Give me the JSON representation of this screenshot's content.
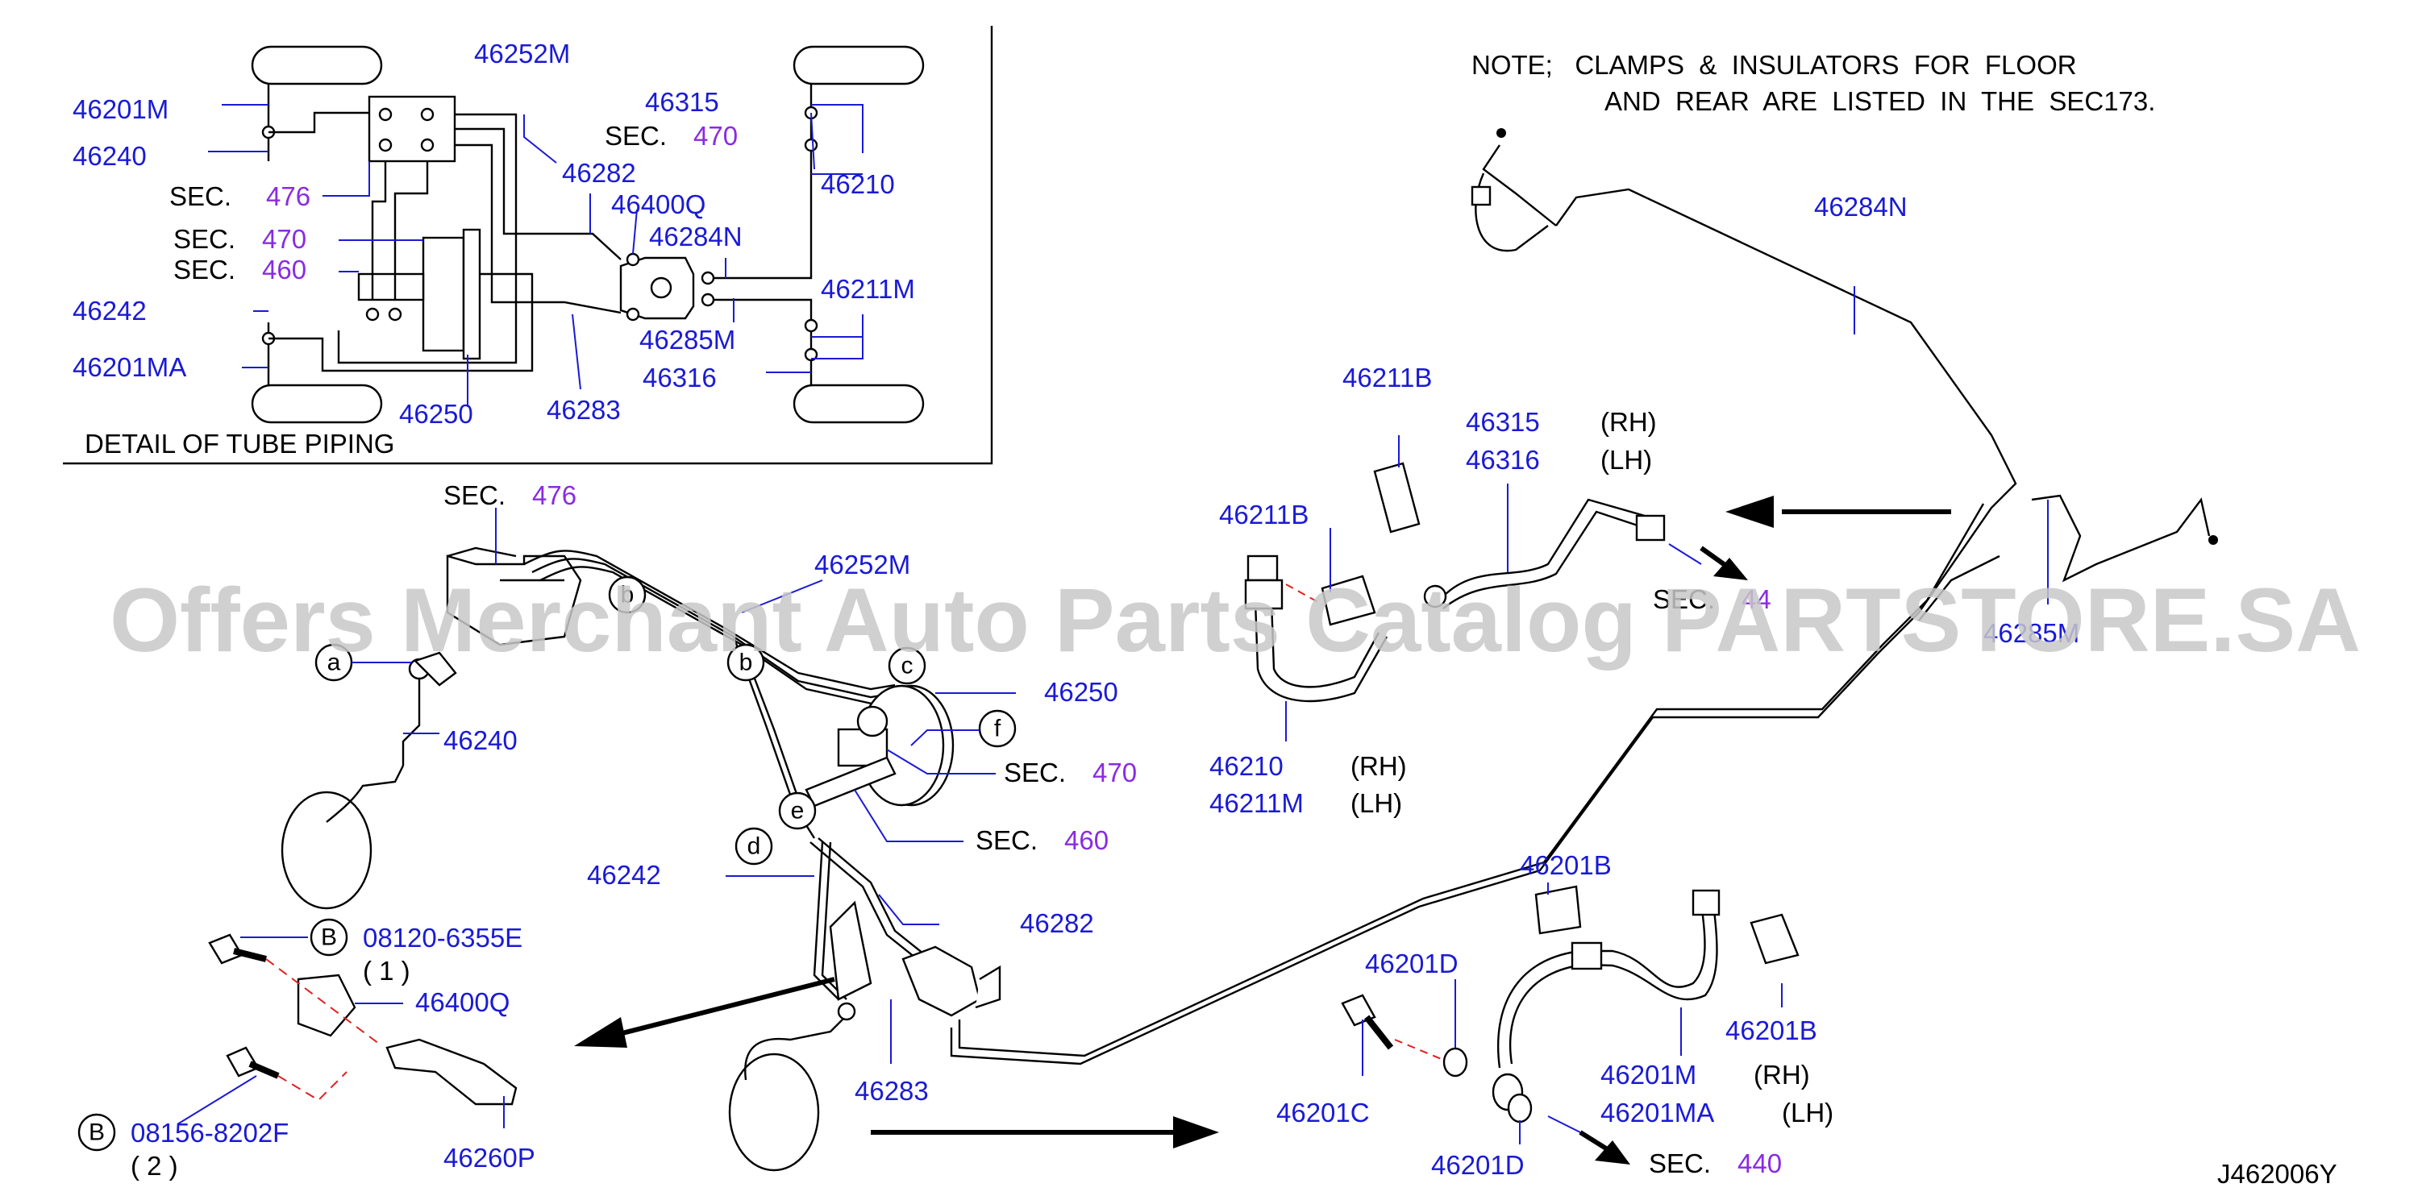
{
  "detail": {
    "caption": "DETAIL  OF  TUBE  PIPING",
    "labels": {
      "p46252M": "46252M",
      "p46201M": "46201M",
      "p46240": "46240",
      "sec476_label": "SEC.",
      "sec476_num": "476",
      "sec470_label": "SEC.",
      "sec470_num": "470",
      "sec460_label": "SEC.",
      "sec460_num": "460",
      "p46242": "46242",
      "p46201MA": "46201MA",
      "p46250": "46250",
      "p46283": "46283",
      "p46282": "46282",
      "p46400Q": "46400Q",
      "p46284N": "46284N",
      "p46285M": "46285M",
      "p46316": "46316",
      "p46315": "46315",
      "secR470_label": "SEC.",
      "secR470_num": "470",
      "p46210": "46210",
      "p46211M": "46211M"
    }
  },
  "note": {
    "line1": "NOTE;   CLAMPS  &  INSULATORS  FOR  FLOOR",
    "line2": "AND  REAR  ARE  LISTED  IN  THE  SEC173."
  },
  "main": {
    "sec476_label": "SEC.",
    "sec476_num": "476",
    "p46252M": "46252M",
    "p46240": "46240",
    "p46250": "46250",
    "sec470_label": "SEC.",
    "sec470_num": "470",
    "sec460_label": "SEC.",
    "sec460_num": "460",
    "p46242": "46242",
    "p46282": "46282",
    "p46283": "46283",
    "callouts": {
      "a": "a",
      "b1": "b",
      "b2": "b",
      "c": "c",
      "d": "d",
      "e": "e",
      "f": "f",
      "B1": "B",
      "B2": "B"
    },
    "bolt1": "08120-6355E",
    "bolt1_qty": "( 1 )",
    "bolt2": "08156-8202F",
    "bolt2_qty": "( 2 )",
    "p46400Q": "46400Q",
    "p46260P": "46260P"
  },
  "rear": {
    "p46284N": "46284N",
    "p46211B_top": "46211B",
    "p46315": "46315",
    "p46315_side": "(RH)",
    "p46316": "46316",
    "p46316_side": "(LH)",
    "p46211B_left": "46211B",
    "p46210": "46210",
    "p46210_side": "(RH)",
    "p46211M": "46211M",
    "p46211M_side": "(LH)",
    "sec440_label": "SEC.",
    "sec440_num": "44",
    "p46285M": "46285M",
    "p46201B_top": "46201B",
    "p46201D_top": "46201D",
    "p46201B_right": "46201B",
    "p46201M": "46201M",
    "p46201M_side": "(RH)",
    "p46201MA": "46201MA",
    "p46201MA_side": "(LH)",
    "p46201C": "46201C",
    "p46201D_bottom": "46201D",
    "secB440_label": "SEC.",
    "secB440_num": "440"
  },
  "diagram_id": "J462006Y",
  "watermark": "Offers Merchant Auto Parts Catalog PARTSTORE.SA",
  "colors": {
    "part_number": "#1a1ad6",
    "section_number": "#8a2be2",
    "lines": "#000000",
    "watermark": "#c8c8c8"
  }
}
